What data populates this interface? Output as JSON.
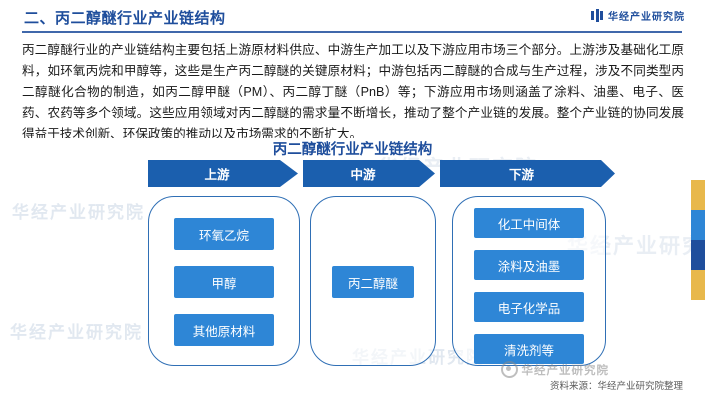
{
  "header": {
    "title": "二、丙二醇醚行业产业链结构",
    "brand": "华经产业研究院"
  },
  "paragraph": "丙二醇醚行业的产业链结构主要包括上游原材料供应、中游生产加工以及下游应用市场三个部分。上游涉及基础化工原料，如环氧丙烷和甲醇等，这些是生产丙二醇醚的关键原材料；中游包括丙二醇醚的合成与生产过程，涉及不同类型丙二醇醚化合物的制造，如丙二醇甲醚（PM）、丙二醇丁醚（PnB）等；下游应用市场则涵盖了涂料、油墨、电子、医药、农药等多个领域。这些应用领域对丙二醇醚的需求量不断增长，推动了整个产业链的发展。整个产业链的协同发展得益于技术创新、环保政策的推动以及市场需求的不断扩大。",
  "chart_data": {
    "type": "diagram",
    "title": "丙二醇醚行业产业链结构",
    "stages": [
      {
        "label": "上游",
        "items": [
          "环氧乙烷",
          "甲醇",
          "其他原材料"
        ]
      },
      {
        "label": "中游",
        "items": [
          "丙二醇醚"
        ]
      },
      {
        "label": "下游",
        "items": [
          "化工中间体",
          "涂料及油墨",
          "电子化学品",
          "清洗剂等"
        ]
      }
    ],
    "colors": {
      "arrow": "#1b5fae",
      "cell": "#2e86d6",
      "panel_border": "#2f6fb5",
      "title": "#1f4e9c"
    }
  },
  "watermarks": {
    "w1": "华经产业研究院",
    "w2": "华经产业研究院",
    "w3": "华经产业研究院",
    "w4": "华经产业研究院",
    "w5": "华经产业研究院"
  },
  "footer": {
    "source": "资料来源：华经产业研究院整理",
    "weibo": "华经产业研究院"
  }
}
